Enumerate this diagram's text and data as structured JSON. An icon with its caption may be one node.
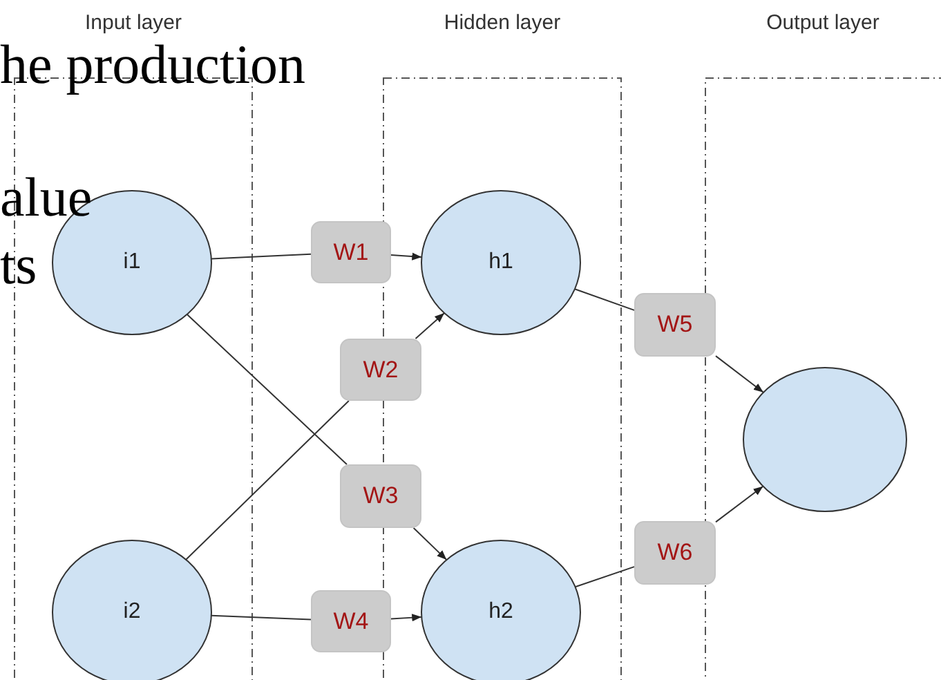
{
  "diagram": {
    "nodes": [
      {
        "text": [
          "Input layer"
        ]
      },
      {
        "text": [
          "i1"
        ],
        "in": 0
      },
      {
        "text": [
          "i2"
        ],
        "in": 0
      },
      {
        "text": [
          "Hidden layer"
        ]
      },
      {
        "text": [
          "h1"
        ],
        "in": 3
      },
      {
        "text": [
          "h2"
        ],
        "in": 3
      },
      {
        "text": [
          "Output layer"
        ]
      },
      {
        "text": [],
        "shape": "circle",
        "in": 6
      },
      {
        "text": [
          "W1"
        ]
      },
      {
        "text": [
          "W2"
        ]
      },
      {
        "text": [
          "W3"
        ]
      },
      {
        "text": [
          "W4"
        ]
      },
      {
        "text": [
          "W5"
        ]
      },
      {
        "text": [
          "W6"
        ]
      }
    ],
    "edges": [
      {
        "from": 1,
        "to": 8,
        "arrow": "none"
      },
      {
        "from": 8,
        "to": 4,
        "arrow": "to"
      },
      {
        "from": 2,
        "to": 9,
        "arrow": "none"
      },
      {
        "from": 9,
        "to": 4,
        "arrow": "to"
      },
      {
        "from": 1,
        "to": 10,
        "arrow": "none"
      },
      {
        "from": 10,
        "to": 5,
        "arrow": "to"
      },
      {
        "from": 2,
        "to": 11,
        "arrow": "none"
      },
      {
        "from": 11,
        "to": 5,
        "arrow": "to"
      },
      {
        "from": 4,
        "to": 12,
        "arrow": "none"
      },
      {
        "from": 12,
        "to": 7,
        "arrow": "to"
      },
      {
        "from": 5,
        "to": 13,
        "arrow": "none"
      },
      {
        "from": 13,
        "to": 7,
        "arrow": "to"
      }
    ],
    "labels": [
      "he production",
      "alue",
      "ts"
    ]
  }
}
